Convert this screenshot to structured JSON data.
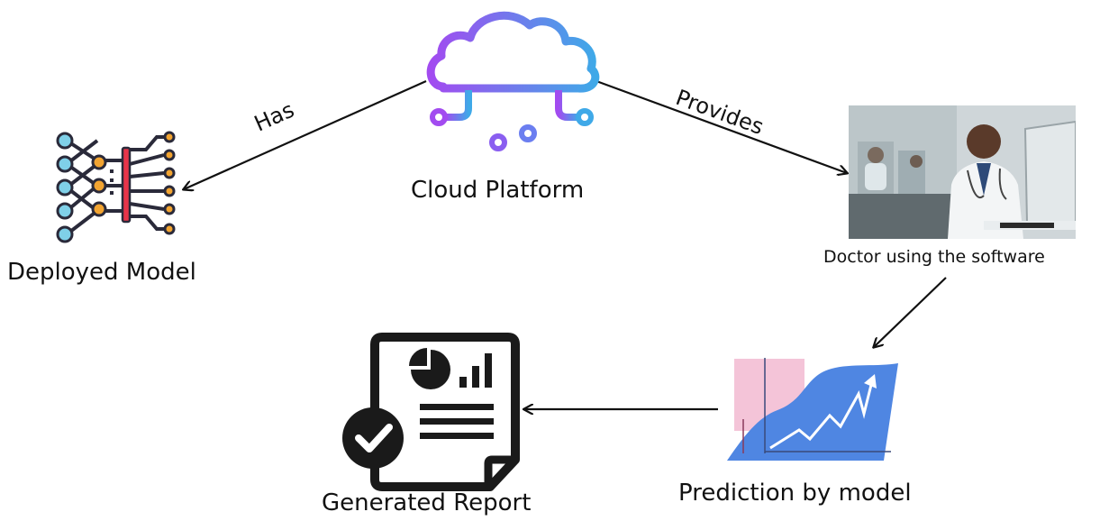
{
  "nodes": {
    "cloud": {
      "label": "Cloud Platform",
      "icon": "cloud-icon"
    },
    "model": {
      "label": "Deployed Model",
      "icon": "neural-network-icon"
    },
    "doctor": {
      "label": "Doctor using the software",
      "icon": "doctor-photo"
    },
    "prediction": {
      "label": "Prediction by model",
      "icon": "growth-chart-icon"
    },
    "report": {
      "label": "Generated Report",
      "icon": "report-check-icon"
    }
  },
  "edges": {
    "has": "Has",
    "provides": "Provides"
  },
  "colors": {
    "cloud_purple": "#a24bf0",
    "cloud_blue": "#3fa9e8",
    "network_blue": "#7fd0e8",
    "network_orange": "#f2a431",
    "network_red": "#e8344a",
    "chart_blue": "#4f86e2",
    "chart_pink": "#f4c4d8",
    "dark": "#1a1a1a"
  }
}
